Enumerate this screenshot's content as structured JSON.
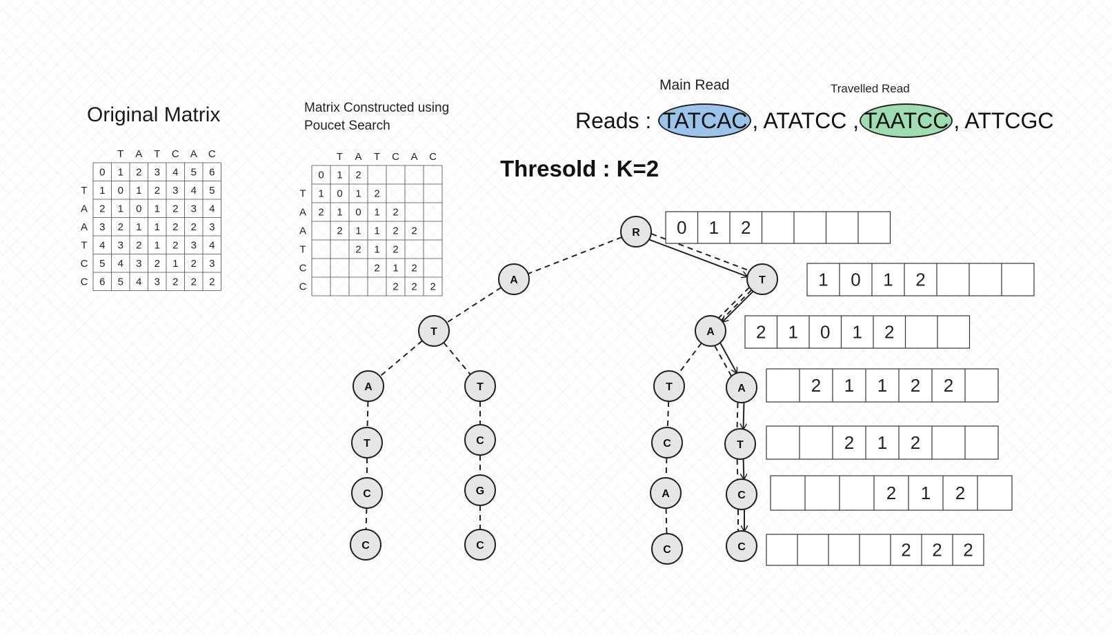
{
  "original": {
    "title": "Original Matrix",
    "col_headers": [
      "T",
      "A",
      "T",
      "C",
      "A",
      "C"
    ],
    "row_headers": [
      "",
      "T",
      "A",
      "A",
      "T",
      "C",
      "C"
    ],
    "cells": [
      [
        "0",
        "1",
        "2",
        "3",
        "4",
        "5",
        "6"
      ],
      [
        "1",
        "0",
        "1",
        "2",
        "3",
        "4",
        "5"
      ],
      [
        "2",
        "1",
        "0",
        "1",
        "2",
        "3",
        "4"
      ],
      [
        "3",
        "2",
        "1",
        "1",
        "2",
        "2",
        "3"
      ],
      [
        "4",
        "3",
        "2",
        "1",
        "2",
        "3",
        "4"
      ],
      [
        "5",
        "4",
        "3",
        "2",
        "1",
        "2",
        "3"
      ],
      [
        "6",
        "5",
        "4",
        "3",
        "2",
        "2",
        "2"
      ]
    ]
  },
  "poucet": {
    "title_line1": "Matrix Constructed using",
    "title_line2": "Poucet Search",
    "col_headers": [
      "T",
      "A",
      "T",
      "C",
      "A",
      "C"
    ],
    "row_headers": [
      "",
      "T",
      "A",
      "A",
      "T",
      "C",
      "C"
    ],
    "cells": [
      [
        "0",
        "1",
        "2",
        "",
        "",
        "",
        ""
      ],
      [
        "1",
        "0",
        "1",
        "2",
        "",
        "",
        ""
      ],
      [
        "2",
        "1",
        "0",
        "1",
        "2",
        "",
        ""
      ],
      [
        "",
        "2",
        "1",
        "1",
        "2",
        "2",
        ""
      ],
      [
        "",
        "",
        "2",
        "1",
        "2",
        "",
        ""
      ],
      [
        "",
        "",
        "",
        "2",
        "1",
        "2",
        ""
      ],
      [
        "",
        "",
        "",
        "",
        "2",
        "2",
        "2"
      ]
    ]
  },
  "reads": {
    "main_label": "Main Read",
    "travelled_label": "Travelled Read",
    "prefix": "Reads : ",
    "r1": "TATCAC",
    "sep1": ", ATATCC ,",
    "r2": "TAATCC",
    "sep2": ", ATTCGC",
    "main_color": "#9cc3ea",
    "travelled_color": "#9fdcb1"
  },
  "threshold": "Thresold : K=2",
  "trie_nodes": [
    "R",
    "A",
    "T",
    "A",
    "T",
    "T",
    "C",
    "C",
    "G",
    "C",
    "C",
    "T",
    "A",
    "C",
    "A",
    "A",
    "T",
    "C",
    "C",
    "C"
  ],
  "rows": [
    [
      "0",
      "1",
      "2",
      "",
      "",
      "",
      ""
    ],
    [
      "1",
      "0",
      "1",
      "2",
      "",
      "",
      ""
    ],
    [
      "2",
      "1",
      "0",
      "1",
      "2",
      "",
      ""
    ],
    [
      "",
      "2",
      "1",
      "1",
      "2",
      "2",
      ""
    ],
    [
      "",
      "",
      "2",
      "1",
      "2",
      "",
      ""
    ],
    [
      "",
      "",
      "",
      "2",
      "1",
      "2",
      ""
    ],
    [
      "",
      "",
      "",
      "",
      "2",
      "2",
      "2"
    ]
  ]
}
